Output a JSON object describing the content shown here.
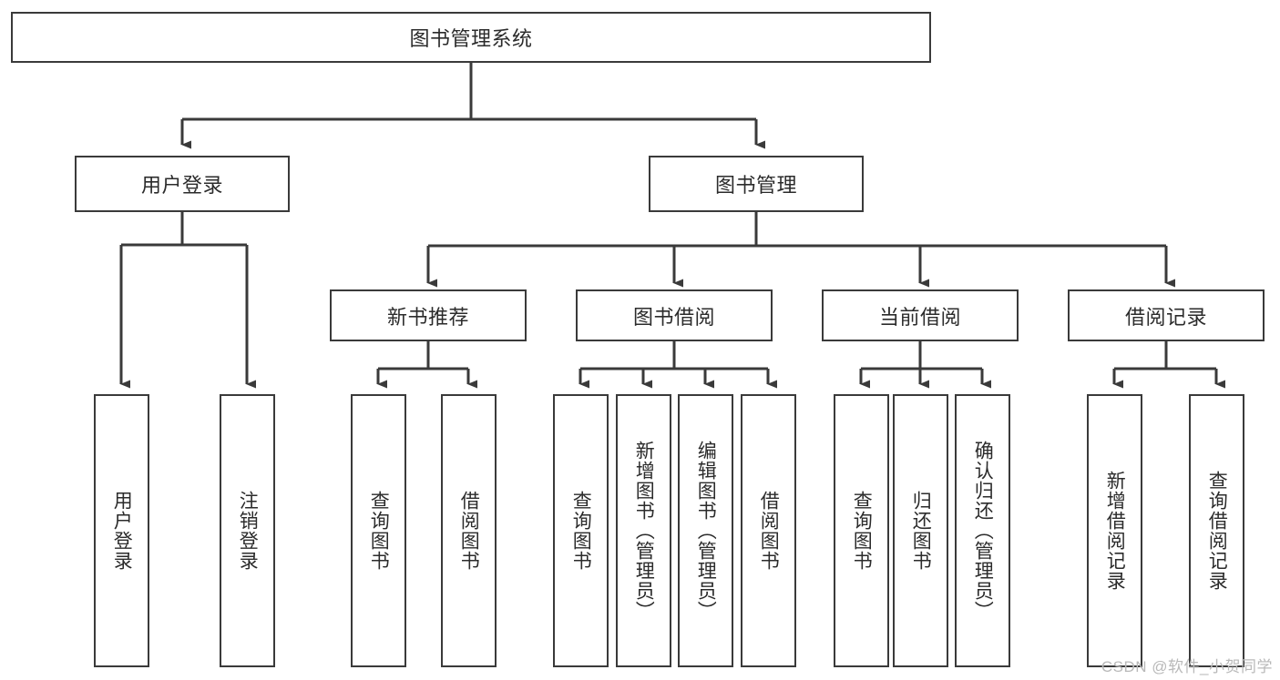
{
  "diagram": {
    "type": "tree-hierarchy",
    "title": "图书管理系统",
    "root": {
      "id": "root",
      "label": "图书管理系统"
    },
    "level2": [
      {
        "id": "user-login",
        "label": "用户登录"
      },
      {
        "id": "book-manage",
        "label": "图书管理"
      }
    ],
    "level3": [
      {
        "id": "new-book-recommend",
        "label": "新书推荐",
        "parent": "book-manage"
      },
      {
        "id": "book-borrow",
        "label": "图书借阅",
        "parent": "book-manage"
      },
      {
        "id": "current-borrow",
        "label": "当前借阅",
        "parent": "book-manage"
      },
      {
        "id": "borrow-record",
        "label": "借阅记录",
        "parent": "book-manage"
      }
    ],
    "leaves": [
      {
        "id": "leaf-user-login",
        "label": "用户登录",
        "parent": "user-login"
      },
      {
        "id": "leaf-user-logout",
        "label": "注销登录",
        "parent": "user-login"
      },
      {
        "id": "leaf-query-book-1",
        "label": "查询图书",
        "parent": "new-book-recommend"
      },
      {
        "id": "leaf-borrow-book-1",
        "label": "借阅图书",
        "parent": "new-book-recommend"
      },
      {
        "id": "leaf-query-book-2",
        "label": "查询图书",
        "parent": "book-borrow"
      },
      {
        "id": "leaf-add-book",
        "label": "新增图书（管理员）",
        "parent": "book-borrow"
      },
      {
        "id": "leaf-edit-book",
        "label": "编辑图书（管理员）",
        "parent": "book-borrow"
      },
      {
        "id": "leaf-borrow-book-2",
        "label": "借阅图书",
        "parent": "book-borrow"
      },
      {
        "id": "leaf-query-book-3",
        "label": "查询图书",
        "parent": "current-borrow"
      },
      {
        "id": "leaf-return-book",
        "label": "归还图书",
        "parent": "current-borrow"
      },
      {
        "id": "leaf-confirm-return",
        "label": "确认归还（管理员）",
        "parent": "current-borrow"
      },
      {
        "id": "leaf-add-record",
        "label": "新增借阅记录",
        "parent": "borrow-record"
      },
      {
        "id": "leaf-query-record",
        "label": "查询借阅记录",
        "parent": "borrow-record"
      }
    ],
    "colors": {
      "stroke": "#3a3a3a",
      "text": "#2b2b2b",
      "background": "#ffffff",
      "watermark": "#b9b9b9"
    }
  },
  "watermark": {
    "text": "CSDN @软件_小贺同学"
  }
}
